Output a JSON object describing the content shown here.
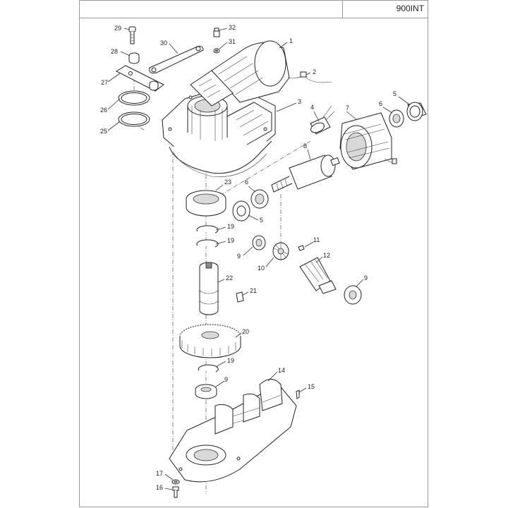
{
  "header": {
    "model": "900INT"
  },
  "callouts": {
    "p1": "1",
    "p2": "2",
    "p3": "3",
    "p4": "4",
    "p5a": "5",
    "p5b": "5",
    "p6a": "6",
    "p6b": "6",
    "p7": "7",
    "p8": "8",
    "p9a": "9",
    "p9b": "9",
    "p9c": "9",
    "p10": "10",
    "p11": "11",
    "p12": "12",
    "p14": "14",
    "p15": "15",
    "p16": "16",
    "p17": "17",
    "p19a": "19",
    "p19b": "19",
    "p19c": "19",
    "p20": "20",
    "p21": "21",
    "p22": "22",
    "p23": "23",
    "p25": "25",
    "p26": "26",
    "p27": "27",
    "p28": "28",
    "p29": "29",
    "p30": "30",
    "p31": "31",
    "p32": "32"
  },
  "colors": {
    "line": "#222222",
    "shade": "#d9d9d9",
    "frame": "#9a9a9a"
  }
}
